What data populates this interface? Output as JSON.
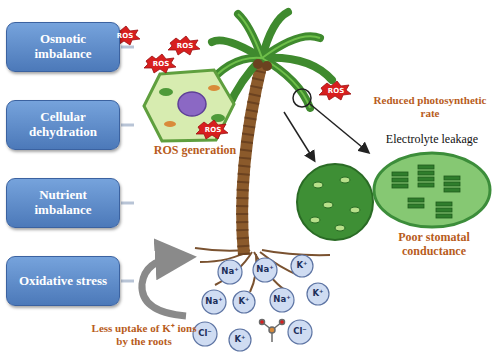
{
  "diagram": {
    "nodes": [
      {
        "text": [
          "Osmotic imbalance"
        ]
      },
      {
        "text": [
          "Cellular dehydration"
        ]
      },
      {
        "text": [
          "Nutrient imbalance"
        ]
      },
      {
        "text": [
          "Oxidative stress"
        ]
      }
    ],
    "labels": [
      "ROS generation",
      "Reduced photosynthetic rate",
      "Electrolyte leakage",
      "Poor stomatal conductance",
      "Less uptake of K⁺ ions by the roots",
      "ROS",
      "ROS",
      "ROS",
      "ROS",
      "ROS",
      "Na⁺",
      "Na⁺",
      "K⁺",
      "Na⁺",
      "K⁺",
      "Na⁺",
      "K⁺",
      "Cl⁻",
      "K⁺",
      "Cl⁻"
    ]
  }
}
